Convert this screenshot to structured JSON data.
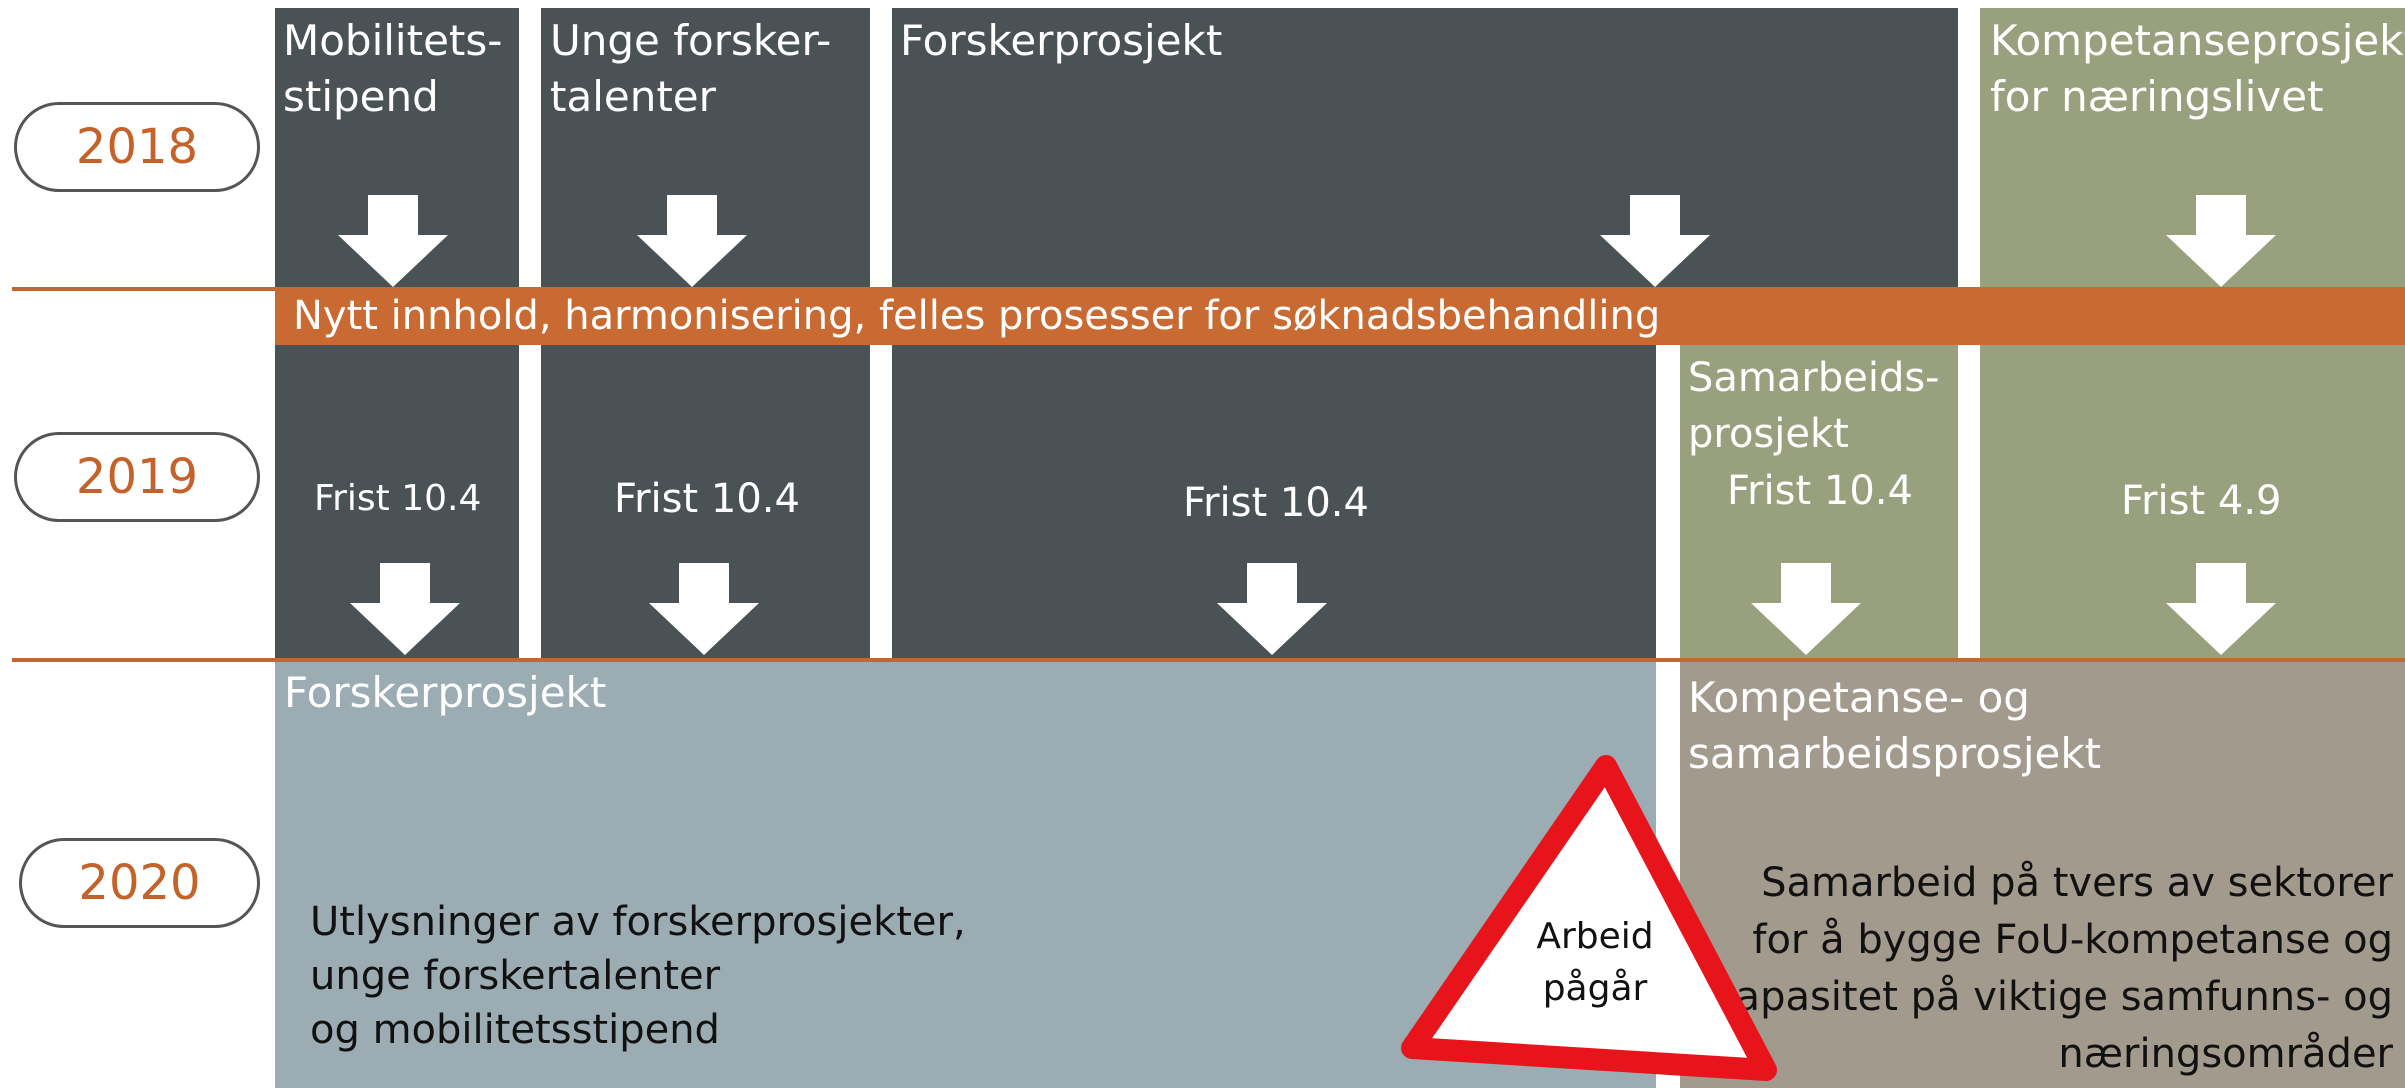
{
  "years": [
    "2018",
    "2019",
    "2020"
  ],
  "row2018": {
    "mobilitet": "Mobilitets-\nstipend",
    "unge": "Unge forsker-\ntalenter",
    "forsker": "Forskerprosjekt",
    "kompetanse": "Kompetanseprosjekt\nfor næringslivet"
  },
  "band_text": "Nytt innhold, harmonisering, felles prosesser for søknadsbehandling",
  "row2019": {
    "frist_mobilitet": "Frist 10.4",
    "frist_unge": "Frist 10.4",
    "frist_forsker": "Frist 10.4",
    "samarbeid_title": "Samarbeids-\nprosjekt",
    "frist_samarbeid": "Frist 10.4",
    "frist_kompetanse": "Frist 4.9"
  },
  "row2020": {
    "forsker_title": "Forskerprosjekt",
    "forsker_body": "Utlysninger av forskerprosjekter,\nunge forskertalenter\nog mobilitetsstipend",
    "komp_title": "Kompetanse- og\nsamarbeidsprosjekt",
    "komp_body": "Samarbeid på tvers av sektorer\nfor å bygge FoU-kompetanse og\nkapasitet på viktige samfunns- og\nnæringsområder"
  },
  "warning": "Arbeid\npågår",
  "colors": {
    "dark": "#4a5256",
    "olive": "#98a07e",
    "slate": "#9badb2",
    "taupe": "#a29a8c",
    "accent": "#c96a33",
    "warning_red": "#e8141b"
  }
}
